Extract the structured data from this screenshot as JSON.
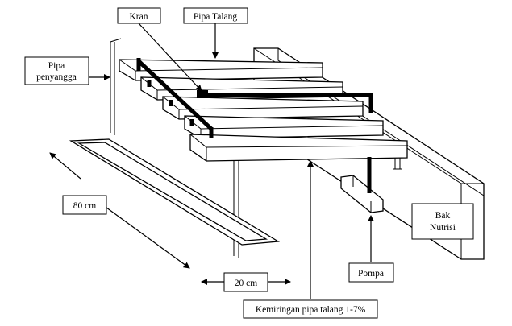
{
  "labels": {
    "kran": "Kran",
    "pipa_talang": "Pipa Talang",
    "pipa_penyangga_line1": "Pipa",
    "pipa_penyangga_line2": "penyangga",
    "dim_80": "80 cm",
    "dim_20": "20 cm",
    "bak_line1": "Bak",
    "bak_line2": "Nutrisi",
    "pompa": "Pompa",
    "kemiringan": "Kemiringan pipa talang 1-7%"
  },
  "colors": {
    "line": "#000000",
    "background": "#ffffff"
  }
}
